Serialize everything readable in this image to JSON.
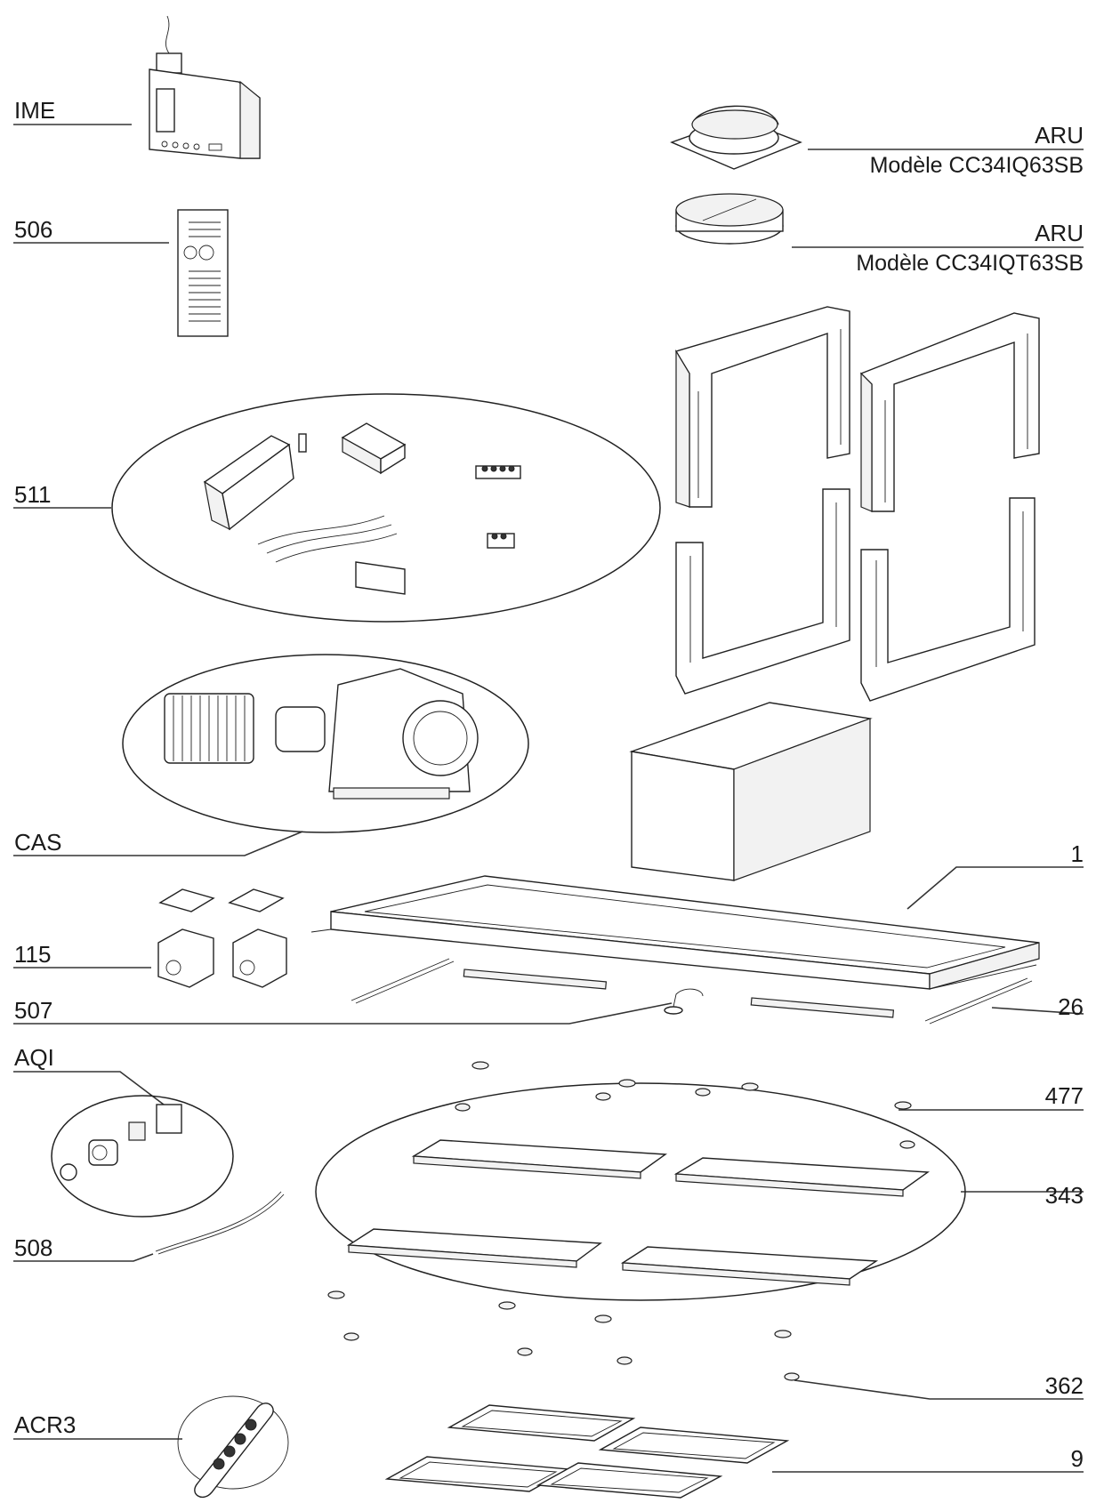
{
  "labels": {
    "ime": "IME",
    "p506": "506",
    "p511": "511",
    "cas": "CAS",
    "p115": "115",
    "p507": "507",
    "aqi": "AQI",
    "p508": "508",
    "acr3": "ACR3",
    "aru1": "ARU",
    "aru1_model": "Modèle CC34IQ63SB",
    "aru2": "ARU",
    "aru2_model": "Modèle CC34IQT63SB",
    "p1": "1",
    "p26": "26",
    "p477": "477",
    "p343": "343",
    "p362": "362",
    "p9": "9"
  }
}
